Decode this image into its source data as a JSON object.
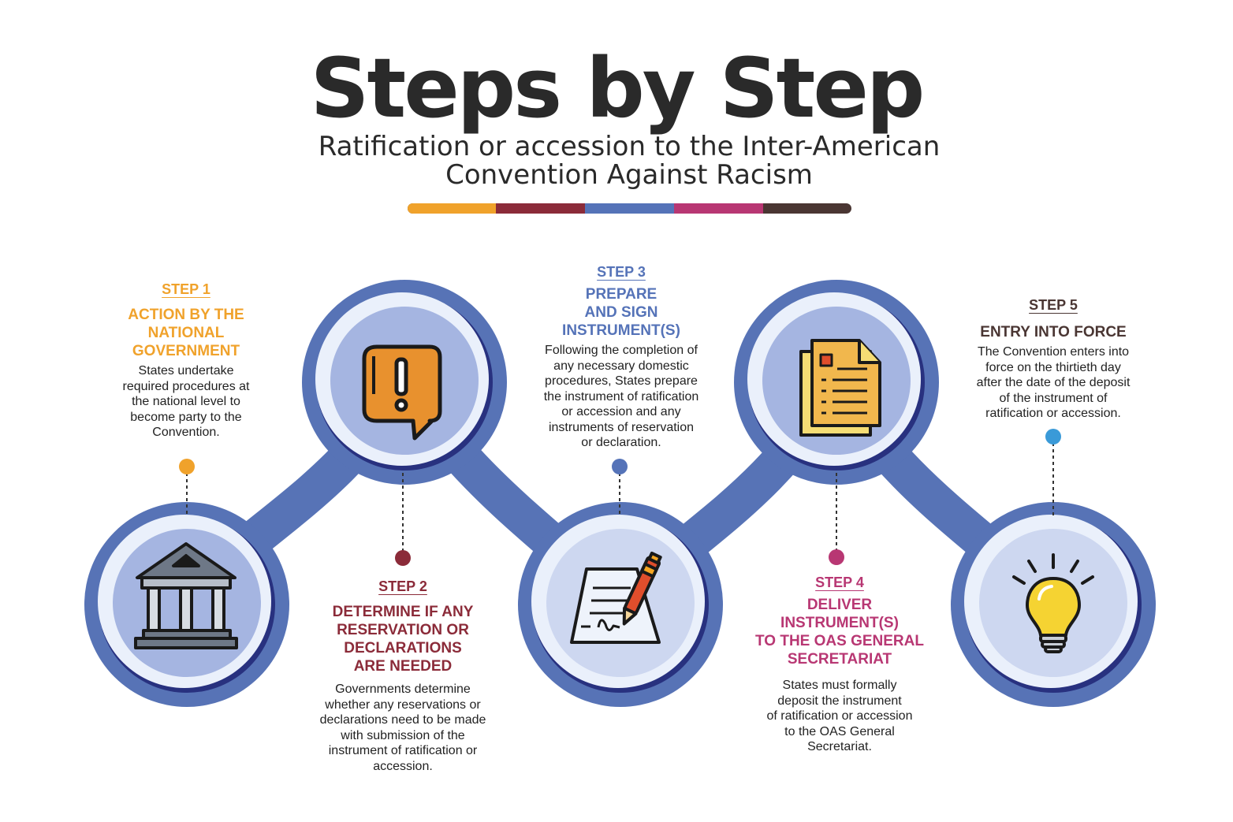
{
  "title": "Steps by Step",
  "subtitle_line1": "Ratification or accession to the Inter-American",
  "subtitle_line2": "Convention Against Racism",
  "colors": {
    "step1": "#f0a22b",
    "step2": "#8b2b39",
    "step3": "#5573b8",
    "step4": "#b83773",
    "step5": "#4a3633",
    "track": "#5773b6",
    "inner": "#a5b5e1",
    "dot5": "#3a9ad8"
  },
  "steps": [
    {
      "label": "STEP 1",
      "heading": [
        "ACTION BY THE",
        "NATIONAL",
        "GOVERNMENT"
      ],
      "desc": [
        "States undertake",
        "required procedures at",
        "the national level to",
        "become party to the",
        "Convention."
      ],
      "icon": "government-building-icon"
    },
    {
      "label": "STEP 2",
      "heading": [
        "DETERMINE IF ANY",
        "RESERVATION OR",
        "DECLARATIONS",
        "ARE NEEDED"
      ],
      "desc": [
        "Governments determine",
        "whether any reservations or",
        "declarations need to be made",
        "with submission of the",
        "instrument of ratification or",
        "accession."
      ],
      "icon": "exclamation-speech-bubble-icon"
    },
    {
      "label": "STEP 3",
      "heading": [
        "PREPARE",
        "AND SIGN",
        "INSTRUMENT(S)"
      ],
      "desc": [
        "Following the completion of",
        "any necessary domestic",
        "procedures, States prepare",
        "the instrument of ratification",
        "or accession and any",
        "instruments of reservation",
        "or declaration."
      ],
      "icon": "sign-document-pen-icon"
    },
    {
      "label": "STEP 4",
      "heading": [
        "DELIVER",
        "INSTRUMENT(S)",
        "TO THE OAS GENERAL",
        "SECRETARIAT"
      ],
      "desc": [
        "States must formally",
        "deposit the instrument",
        "of ratification or accession",
        "to the OAS General",
        "Secretariat."
      ],
      "icon": "documents-icon"
    },
    {
      "label": "STEP 5",
      "heading": [
        "ENTRY INTO FORCE"
      ],
      "desc": [
        "The Convention enters into",
        "force on the thirtieth day",
        "after the date of the deposit",
        "of the instrument of",
        "ratification or accession."
      ],
      "icon": "light-bulb-icon"
    }
  ]
}
